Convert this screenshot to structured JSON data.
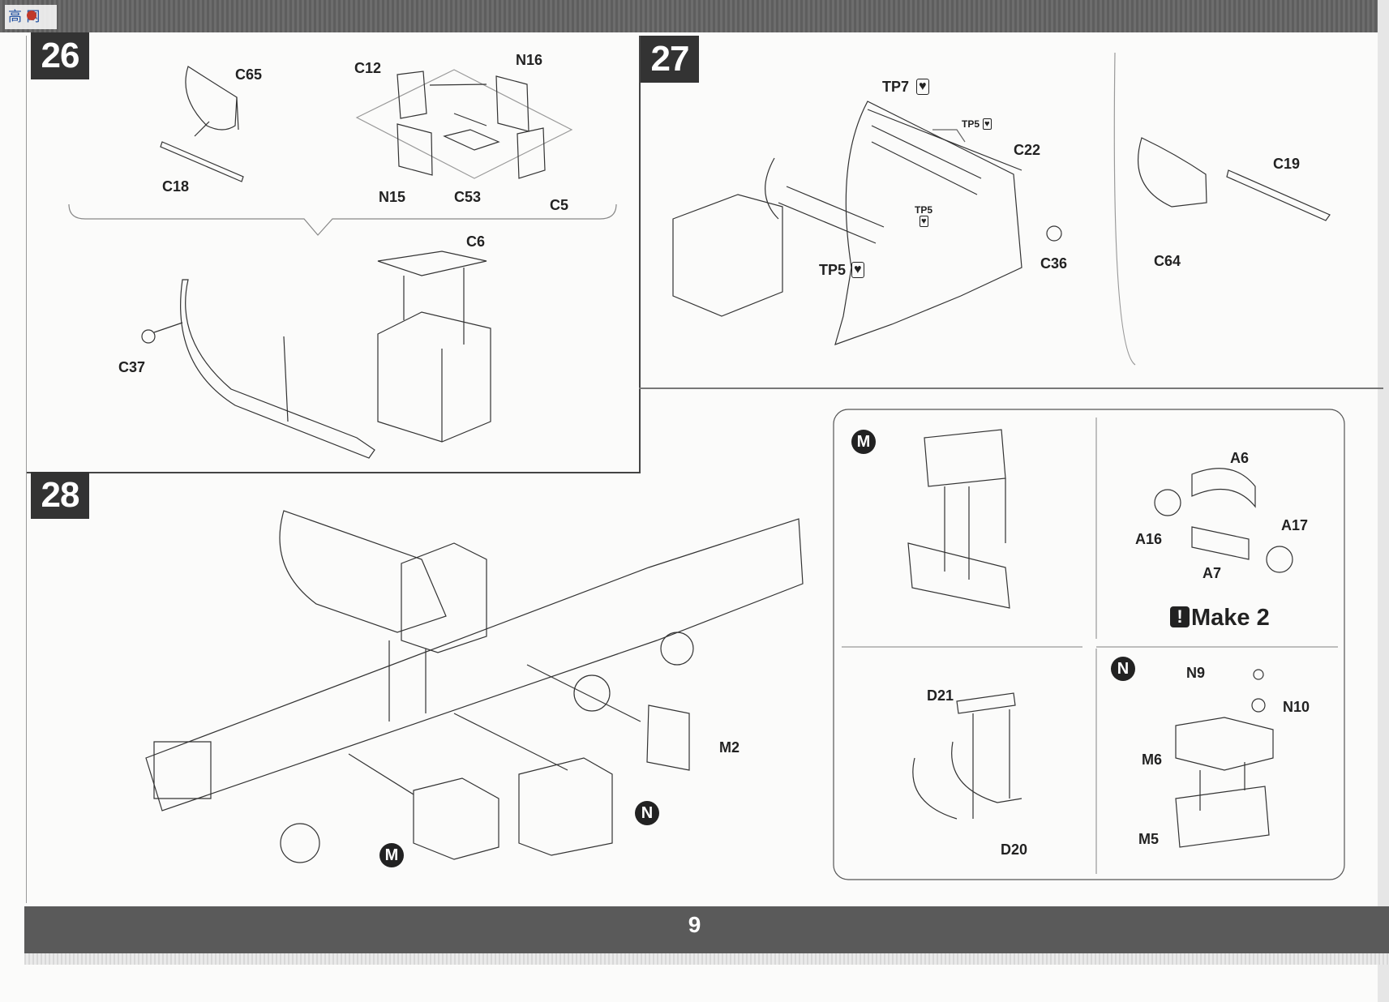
{
  "page": {
    "number": "9"
  },
  "steps": [
    {
      "id": "26",
      "labels": [
        "C65",
        "C18",
        "C12",
        "N16",
        "N15",
        "C53",
        "C5",
        "C6",
        "C37"
      ]
    },
    {
      "id": "27",
      "labels": [
        "TP7",
        "TP5",
        "C22",
        "TP5",
        "TP5",
        "C36",
        "C19",
        "C64"
      ]
    },
    {
      "id": "28",
      "labels": [
        "M2",
        "N",
        "M"
      ]
    }
  ],
  "subassemblies": {
    "M": {
      "marker": "M",
      "labels": [
        "D21",
        "D20"
      ]
    },
    "A": {
      "labels": [
        "A6",
        "A16",
        "A17",
        "A7"
      ],
      "note": "Make 2"
    },
    "N": {
      "marker": "N",
      "labels": [
        "N9",
        "N10",
        "M6",
        "M5"
      ]
    }
  },
  "icons": [
    "glue-heart-icon",
    "warning-icon"
  ],
  "logo": {
    "text": "高 网"
  }
}
